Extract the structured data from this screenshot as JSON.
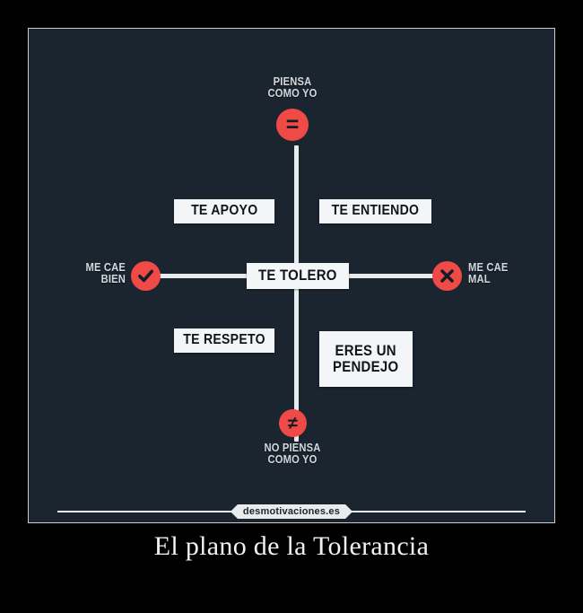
{
  "poster": {
    "caption": "El plano de la Tolerancia",
    "watermark": "desmotivaciones.es",
    "background_color": "#000000",
    "panel_color": "#1b2530",
    "accent_color": "#f04a46",
    "axis_color": "#e9ecef",
    "box_fill_color": "#f4f5f6"
  },
  "diagram": {
    "type": "2x2-quadrant-matrix",
    "center_label": "TE TOLERO",
    "axes": {
      "vertical": {
        "top": {
          "label": "PIENSA\nCOMO YO",
          "icon": "equals-icon",
          "glyph": "="
        },
        "bottom": {
          "label": "NO PIENSA\nCOMO YO",
          "icon": "not-equal-icon",
          "glyph": "≠"
        }
      },
      "horizontal": {
        "left": {
          "label": "ME CAE\nBIEN",
          "icon": "check-circle-icon"
        },
        "right": {
          "label": "ME CAE\nMAL",
          "icon": "x-circle-icon"
        }
      }
    },
    "quadrants": [
      {
        "position": "top-left",
        "label": "TE APOYO"
      },
      {
        "position": "top-right",
        "label": "TE ENTIENDO"
      },
      {
        "position": "bottom-left",
        "label": "TE RESPETO"
      },
      {
        "position": "bottom-right",
        "label": "ERES UN\nPENDEJO"
      }
    ]
  }
}
